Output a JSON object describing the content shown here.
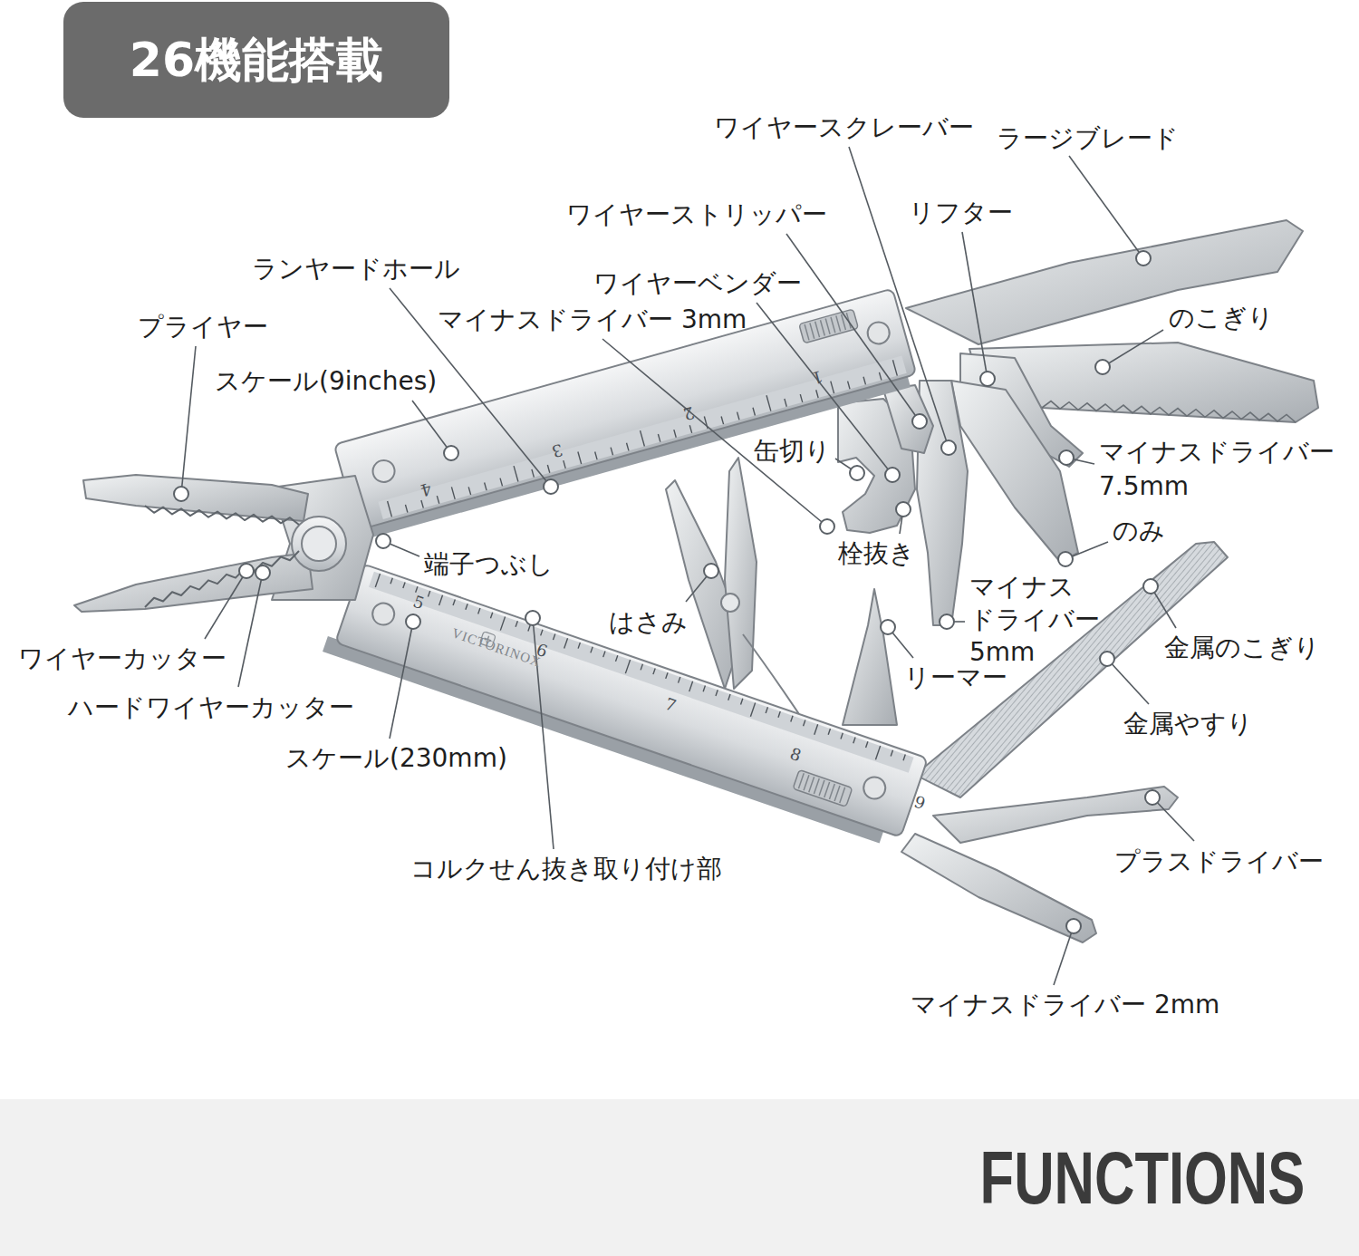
{
  "diagram": {
    "nodes": [
      {
        "text": [
          "26機能搭載"
        ]
      },
      {
        "text": [
          "FUNCTIONS"
        ]
      }
    ],
    "labels": [
      "ワイヤースクレーバー",
      "ラージブレード",
      "リフター",
      "ワイヤーストリッパー",
      "ランヤードホール",
      "ワイヤーベンダー",
      "マイナスドライバー 3mm",
      "のこぎり",
      "プライヤー",
      "スケール(9inches)",
      "缶切り",
      "マイナスドライバー 7.5mm",
      "のみ",
      "栓抜き",
      "端子つぶし",
      "マイナス ドライバー 5mm",
      "はさみ",
      "金属のこぎり",
      "ワイヤーカッター",
      "リーマー",
      "ハードワイヤーカッター",
      "金属やすり",
      "スケール(230mm)",
      "プラスドライバー",
      "コルクせん抜き取り付け部",
      "マイナスドライバー 2mm",
      "4",
      "3",
      "2",
      "1",
      "VICTORINOX",
      "5",
      "6",
      "7",
      "8",
      "9"
    ]
  }
}
